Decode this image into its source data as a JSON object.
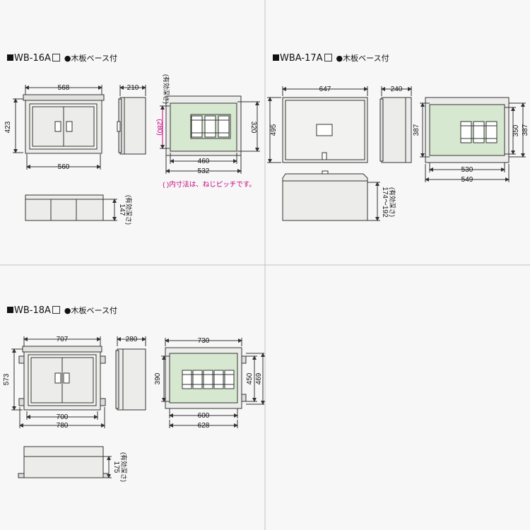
{
  "colors": {
    "panel_bg": "#f7f7f7",
    "line": "#333333",
    "fill_box": "#e9e9e6",
    "board": "#d6e8cf",
    "note": "#c4007a",
    "divider": "#bbbbbb"
  },
  "pitch_note": "( )内寸法は、ねじピッチです。",
  "depth_label": "(有効深さ)",
  "models": [
    {
      "id": "wb16",
      "code": "WB-16A",
      "note": "●木板ベース付",
      "front_width": "568",
      "front_height": "423",
      "front_inner": "560",
      "side_depth": "210",
      "board_depth": "有効深さ",
      "board_pitch_v": "(280)",
      "board_height": "320",
      "board_inner_w": "460",
      "board_outer_w": "532",
      "effective_depth": "147"
    },
    {
      "id": "wba17",
      "code": "WBA-17A",
      "note": "●木板ベース付",
      "front_width": "647",
      "front_height": "495",
      "side_depth": "240",
      "board_h1": "387",
      "board_h2": "350",
      "board_h3": "387",
      "board_inner_w": "530",
      "board_outer_w": "549",
      "effective_depth": "174～192"
    },
    {
      "id": "wb18",
      "code": "WB-18A",
      "note": "●木板ベース付",
      "front_width": "707",
      "front_height": "573",
      "front_inner": "700",
      "front_outer": "780",
      "side_depth": "280",
      "board_top_w": "730",
      "board_h1": "390",
      "board_h2": "450",
      "board_h3": "469",
      "board_inner_w": "600",
      "board_outer_w": "628",
      "effective_depth": "175"
    }
  ]
}
